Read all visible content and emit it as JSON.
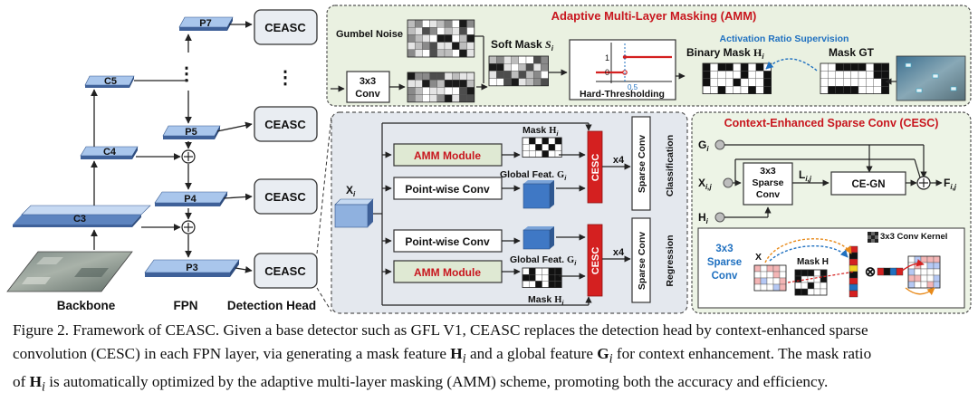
{
  "backbone": {
    "levels": [
      "C3",
      "C4",
      "C5"
    ],
    "label": "Backbone"
  },
  "fpn": {
    "levels": [
      "P3",
      "P4",
      "P5",
      "P7"
    ],
    "ellipsis": "⋮",
    "label": "FPN"
  },
  "detection_head": {
    "box_label": "CEASC",
    "ellipsis": "⋮",
    "label": "Detection Head"
  },
  "amm": {
    "title": "Adaptive Multi-Layer Masking (AMM)",
    "gumbel_noise": "Gumbel Noise",
    "conv": [
      "3x3",
      "Conv"
    ],
    "soft_mask_text": "Soft Mask ",
    "soft_mask_sym": "S",
    "soft_mask_sub": "i",
    "hard_threshold": "Hard-Thresholding",
    "axis_one": "1",
    "axis_zero": "0",
    "axis_half": "0.5",
    "binary_mask_text": "Binary Mask ",
    "binary_mask_sym": "H",
    "binary_mask_sub": "i",
    "activation_ratio": "Activation Ratio Supervision",
    "mask_gt": "Mask GT"
  },
  "head": {
    "input_sym": "X",
    "input_sub": "i",
    "amm_module": "AMM Module",
    "pointwise_conv": "Point-wise Conv",
    "mask_text": "Mask ",
    "mask_sym": "H",
    "mask_sub": "i",
    "global_text": "Global Feat. ",
    "global_sym": "G",
    "global_sub": "i",
    "cesc": "CESC",
    "repeat": "x4",
    "sparse_conv": "Sparse Conv",
    "classification": "Classification",
    "regression": "Regression"
  },
  "cesc_panel": {
    "title": "Context-Enhanced Sparse Conv (CESC)",
    "g_sym": "G",
    "g_sub": "i",
    "x_sym": "X",
    "x_sub": "i,j",
    "h_sym": "H",
    "h_sub": "i",
    "sparse_block": [
      "3x3",
      "Sparse",
      "Conv"
    ],
    "l_sym": "L",
    "l_sub": "i,j",
    "cegn": "CE-GN",
    "f_sym": "F",
    "f_sub": "i,j",
    "detail_title": [
      "3x3",
      "Sparse",
      "Conv"
    ],
    "detail_x": "X",
    "detail_mask": "Mask H",
    "detail_kernel": "3x3 Conv Kernel",
    "otimes": "⊗"
  },
  "caption": {
    "line1": "Figure 2. Framework of CEASC. Given a base detector such as GFL V1, CEASC replaces the detection head by context-enhanced sparse",
    "line2a": "convolution (CESC) in each FPN layer, via generating a mask feature ",
    "line2b_sym": "H",
    "line2b_sub": "i",
    "line2c": " and a global feature ",
    "line2d_sym": "G",
    "line2d_sub": "i",
    "line2e": " for context enhancement. The mask ratio",
    "line3a": "of ",
    "line3b_sym": "H",
    "line3b_sub": "i",
    "line3c": " is automatically optimized by the adaptive multi-layer masking (AMM) scheme, promoting both the accuracy and efficiency."
  },
  "colors": {
    "box_blue": "#a9c6ec",
    "box_blue_side": "#5d84bf",
    "amm_bg": "#eaf1e1",
    "head_bg": "#e4e8ee",
    "cesc_bg": "#edf4e6",
    "accent_red": "#d42020",
    "title_red": "#c8161e",
    "arrow_blue": "#1f70c0",
    "module_green": "#dfe9d3"
  }
}
